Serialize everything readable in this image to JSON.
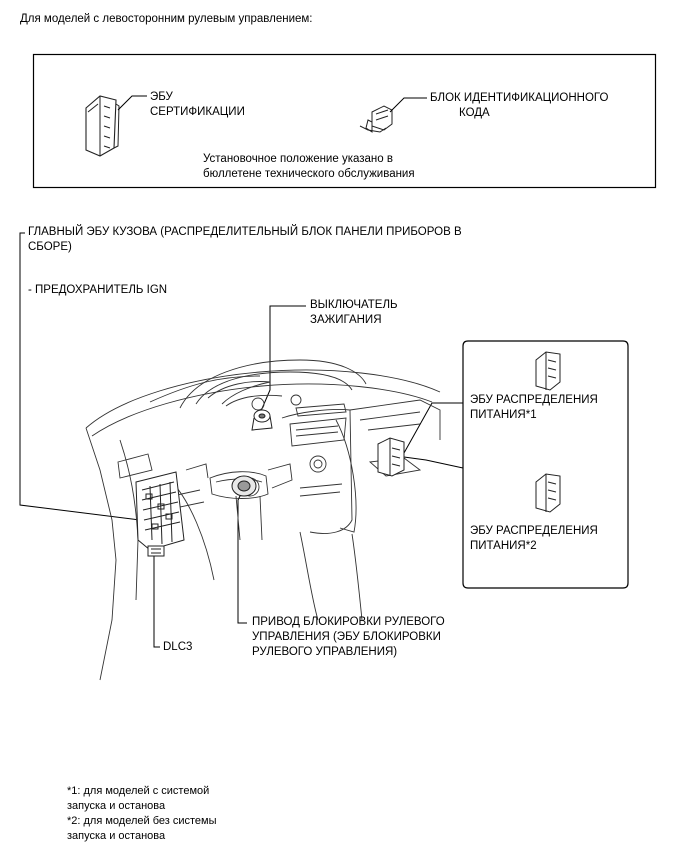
{
  "header": "Для моделей с левосторонним рулевым управлением:",
  "top_box": {
    "certification_ecu": [
      "ЭБУ",
      "СЕРТИФИКАЦИИ"
    ],
    "id_code_box": [
      "БЛОК ИДЕНТИФИКАЦИОННОГО",
      "КОДА"
    ],
    "note": [
      "Установочное положение указано в",
      "бюллетене технического обслуживания"
    ]
  },
  "callouts": {
    "main_body_ecu": [
      "ГЛАВНЫЙ ЭБУ КУЗОВА (РАСПРЕДЕЛИТЕЛЬНЫЙ БЛОК ПАНЕЛИ ПРИБОРОВ В",
      "СБОРЕ)"
    ],
    "fuse_ign": "- ПРЕДОХРАНИТЕЛЬ IGN",
    "ignition_switch": [
      "ВЫКЛЮЧАТЕЛЬ",
      "ЗАЖИГАНИЯ"
    ],
    "steering_lock": [
      "ПРИВОД БЛОКИРОВКИ РУЛЕВОГО",
      "УПРАВЛЕНИЯ (ЭБУ БЛОКИРОВКИ",
      "РУЛЕВОГО УПРАВЛЕНИЯ)"
    ],
    "dlc3": "DLC3",
    "power_ecu_1": [
      "ЭБУ РАСПРЕДЕЛЕНИЯ",
      "ПИТАНИЯ*1"
    ],
    "power_ecu_2": [
      "ЭБУ РАСПРЕДЕЛЕНИЯ",
      "ПИТАНИЯ*2"
    ]
  },
  "footnotes": [
    "*1: для моделей с системой",
    "запуска и останова",
    "*2: для моделей без системы",
    "запуска и останова"
  ],
  "colors": {
    "ink": "#000000",
    "line": "#222222",
    "shade": "#555555"
  }
}
